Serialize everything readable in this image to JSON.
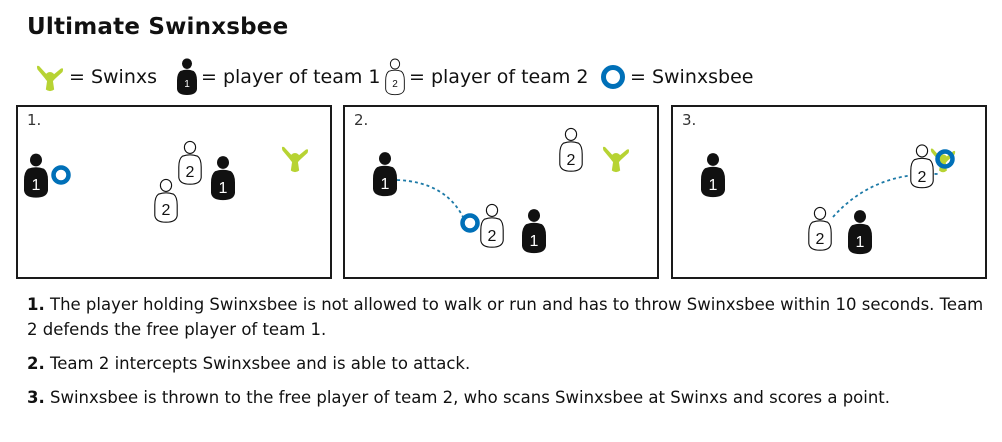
{
  "title": "Ultimate Swinxsbee",
  "legend": {
    "swinxs": "= Swinxs",
    "team1": "= player of team 1",
    "team2": "= player of team 2",
    "swinxsbee": "= Swinxsbee"
  },
  "player_labels": {
    "team1": "1",
    "team2": "2"
  },
  "colors": {
    "swinxs": "#b7d333",
    "swinxsbee": "#0070b8",
    "team1": "#111111",
    "team2": "#ffffff",
    "pass_line": "#1d7aa7"
  },
  "panels": [
    {
      "label": "1."
    },
    {
      "label": "2."
    },
    {
      "label": "3."
    }
  ],
  "steps": [
    {
      "num": "1.",
      "text": " The player holding Swinxsbee is not allowed to walk or run and has to throw Swinxsbee within 10 seconds. Team 2 defends the free player of team 1."
    },
    {
      "num": "2.",
      "text": " Team 2 intercepts Swinxsbee and is able to attack."
    },
    {
      "num": "3.",
      "text": " Swinxsbee is thrown to the free player of team 2, who scans Swinxsbee at Swinxs and scores a point."
    }
  ]
}
